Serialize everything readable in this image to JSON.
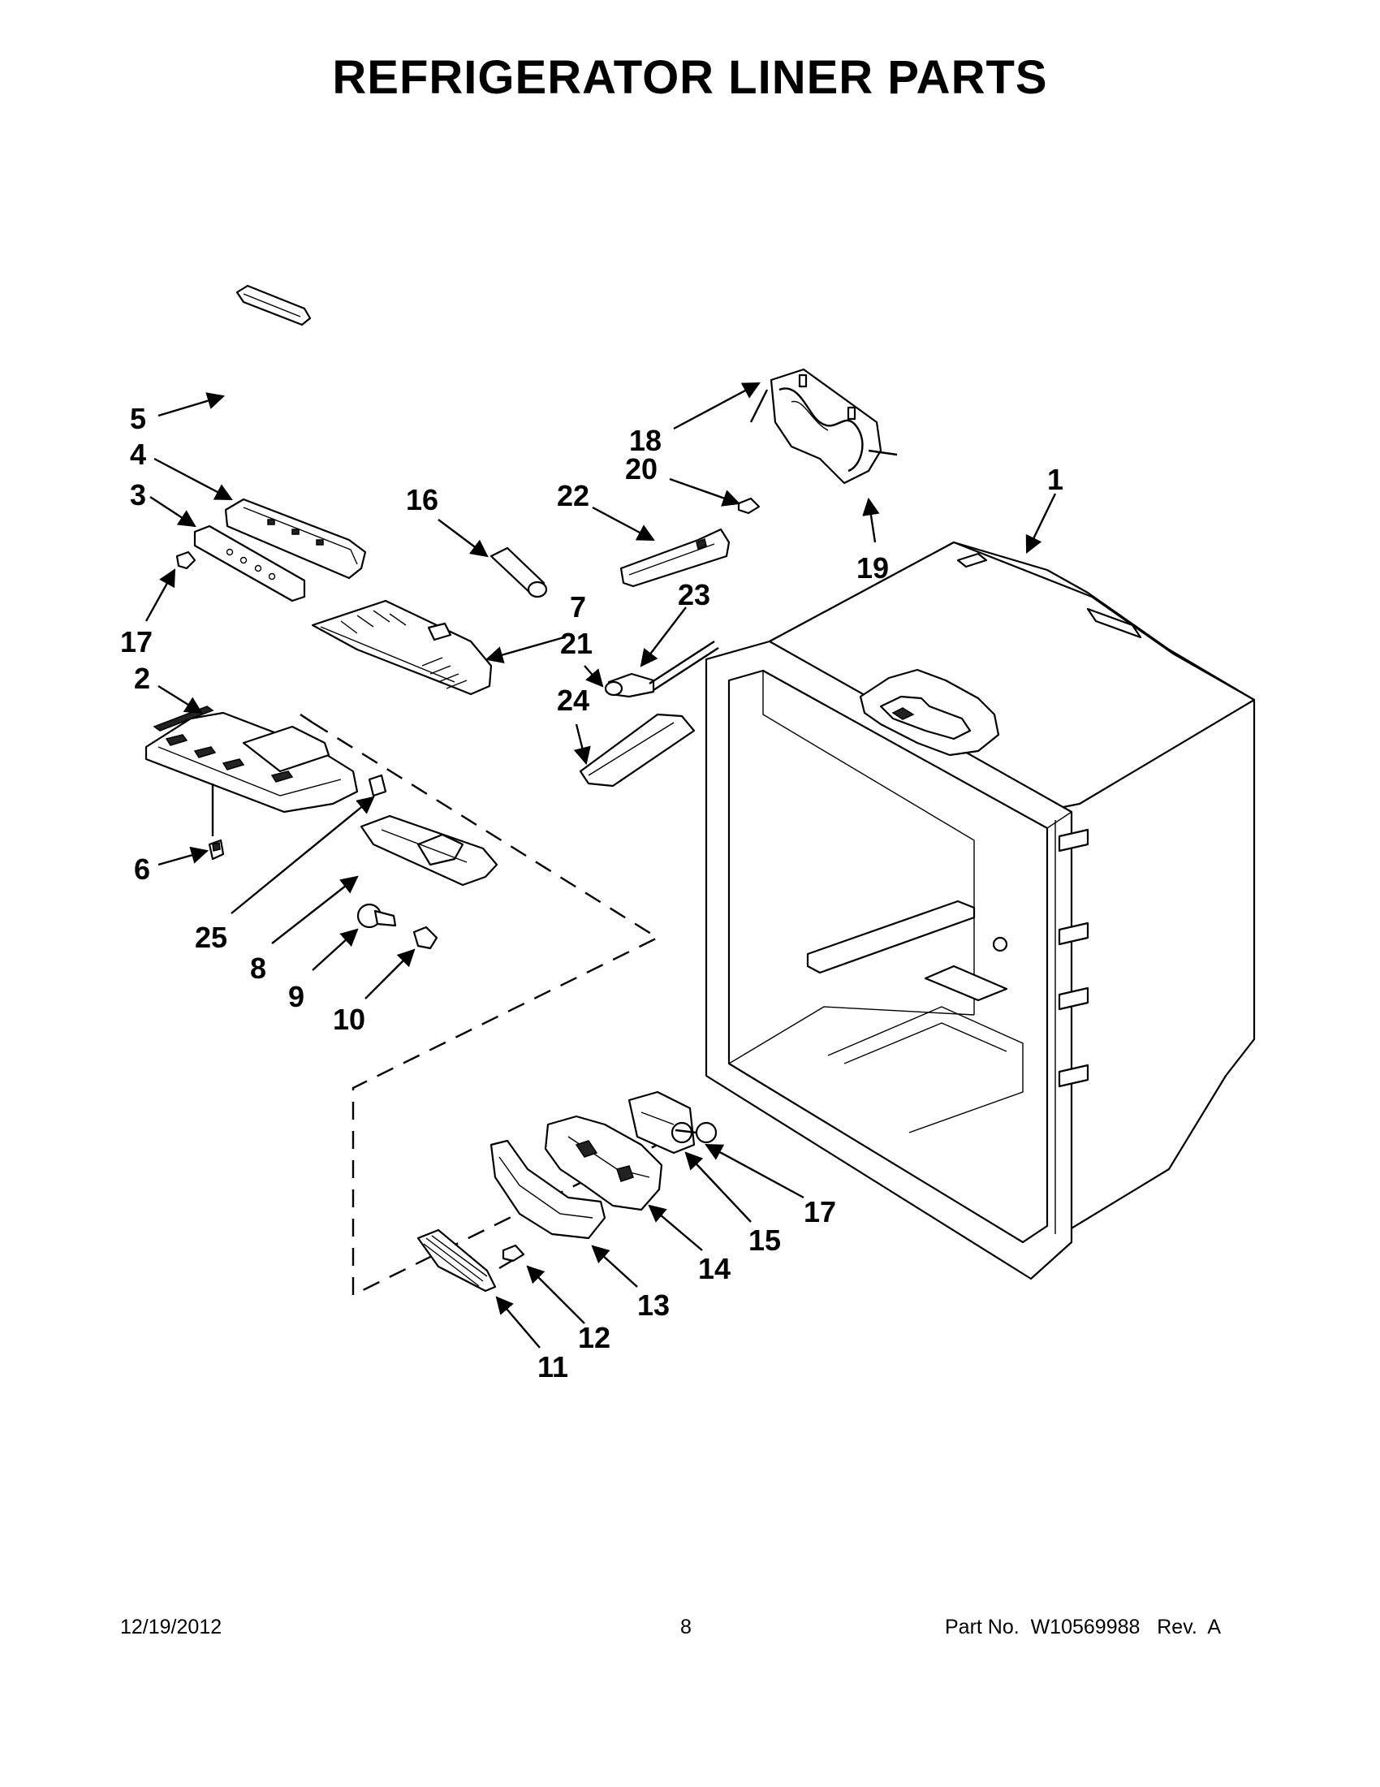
{
  "title": "REFRIGERATOR LINER PARTS",
  "footer": {
    "date": "12/19/2012",
    "page": "8",
    "part_no": "Part No.  W10569988   Rev.  A"
  },
  "callouts": [
    "1",
    "2",
    "3",
    "4",
    "5",
    "6",
    "7",
    "8",
    "9",
    "10",
    "11",
    "12",
    "13",
    "14",
    "15",
    "16",
    "17",
    "17",
    "18",
    "19",
    "20",
    "21",
    "22",
    "23",
    "24",
    "25"
  ]
}
